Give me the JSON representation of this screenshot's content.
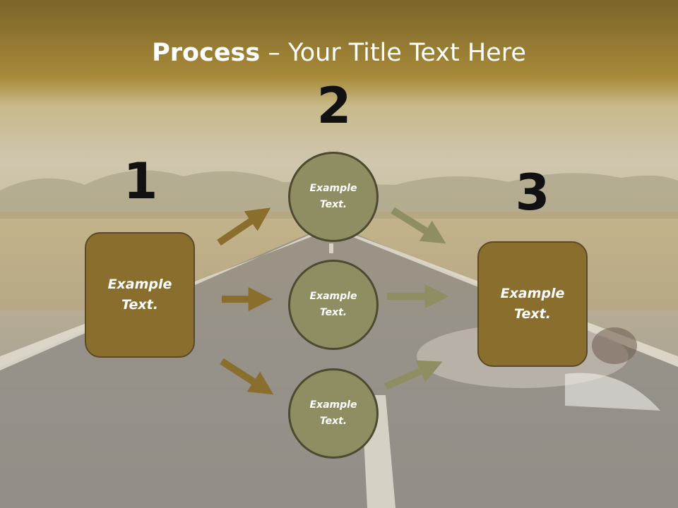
{
  "title": {
    "bold": "Process",
    "rest": " – Your Title Text Here"
  },
  "steps": {
    "one": "1",
    "two": "2",
    "three": "3"
  },
  "left_box": {
    "text": "Example\nText."
  },
  "right_box": {
    "text": "Example\nText."
  },
  "circles": [
    {
      "text": "Example\nText."
    },
    {
      "text": "Example\nText."
    },
    {
      "text": "Example\nText."
    }
  ],
  "colors": {
    "box_fill": "#8a6e2e",
    "circle_fill": "#8f8e62",
    "arrow_brown": "#8a6e2e",
    "arrow_olive": "#8f8e62"
  }
}
